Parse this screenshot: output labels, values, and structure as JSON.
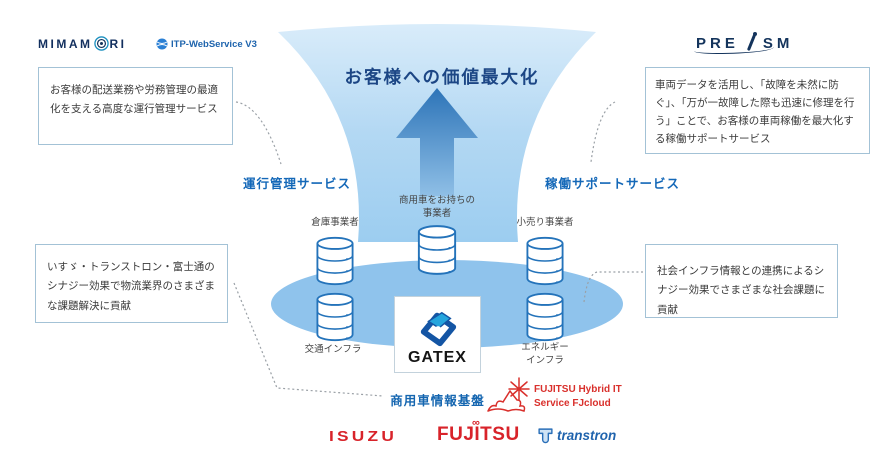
{
  "title": "お客様への価値最大化",
  "header_logos": {
    "mimamori_pre": "MIMAM",
    "mimamori_post": "RI",
    "itp_label": "ITP-WebService V3",
    "preism_pre": "PRE",
    "preism_post": "SM"
  },
  "service_labels": {
    "left": "運行管理サービス",
    "right": "稼働サポートサービス"
  },
  "info_boxes": {
    "top_left": "お客様の配送業務や労務管理の最適化を支える高度な運行管理サービス",
    "top_right": "車両データを活用し、「故障を未然に防ぐ」、「万が一故障した際も迅速に修理を行う」ことで、お客様の車両稼働を最大化する稼働サポートサービス",
    "bottom_left": "いすゞ・トランストロン・富士通のシナジー効果で物流業界のさまざまな課題解決に貢献",
    "bottom_right": "社会インフラ情報との連携によるシナジー効果でさまざまな社会課題に貢献"
  },
  "data_sources": {
    "warehouse": "倉庫事業者",
    "commercial_owner_line1": "商用車をお持ちの",
    "commercial_owner_line2": "事業者",
    "retail": "小売り事業者",
    "traffic_infra": "交通インフラ",
    "energy_infra_line1": "エネルギー",
    "energy_infra_line2": "インフラ"
  },
  "platform": {
    "name": "GATEX",
    "caption": "商用車情報基盤"
  },
  "footer_logos": {
    "isuzu": "ISUZU",
    "fujitsu": "FUJITSU",
    "fujitsu_infinity": "∞",
    "transtron": "transtron",
    "fjcloud_line1": "FUJITSU Hybrid IT",
    "fjcloud_line2": "Service FJcloud"
  },
  "colors": {
    "accent_blue": "#1468b8",
    "navy_title": "#1c4685",
    "brand_red": "#d8232a",
    "ellipse_blue": "#8fc3ec",
    "cylinder_stroke": "#2473ba"
  }
}
